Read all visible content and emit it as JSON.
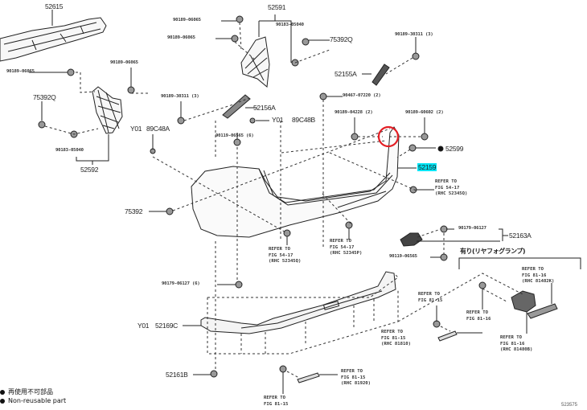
{
  "diagram": {
    "title": "Rear bumper & rear bumper cover parts diagram",
    "highlight_color": "#00e5f5",
    "callout_circle_color": "#e31e24",
    "part_labels": {
      "p52615": "52615",
      "p52591": "52591",
      "p52592": "52592",
      "p75392q_left": "75392Q",
      "p75392q_top": "75392Q",
      "p75392": "75392",
      "p52155a": "52155A",
      "p52156a": "52156A",
      "p52159": "52159",
      "p52599": "52599",
      "p52163a": "52163A",
      "p52169c": "52169C",
      "p52161b": "52161B",
      "y01_a": "Y01",
      "y01_b": "Y01",
      "p89c48a": "89C48A",
      "p89c48b": "89C48B"
    },
    "fastener_labels": {
      "f1": "90189-06065",
      "f2": "90189-06065",
      "f3": "90189-06065",
      "f4": "90189-06065",
      "f5": "90183-05040",
      "f6": "90183-05040",
      "f7": "90189-30311 (3)",
      "f8": "90189-30311 (3)",
      "f9": "90119-06565 (6)",
      "f10": "90467-07220 (2)",
      "f11": "90189-04228 (2)",
      "f12": "90189-60602 (2)",
      "f13": "90179-06127",
      "f14": "90119-06565",
      "f15": "90179-06127 (6)"
    },
    "refer_labels": {
      "r1": "REFER TO\nFIG 54-17\n(RHC 52345Q)",
      "r2": "REFER TO\nFIG 54-17\n(RHC 52345Q)",
      "r3": "REFER TO\nFIG 54-17\n(RHC 52345P)",
      "r4": "REFER TO\nFIG 81-15\n(RHC 81810)",
      "r5": "REFER TO\nFIG 81-15",
      "r6": "REFER TO\nFIG 81-16",
      "r7": "REFER TO\nFIG 81-16\n(RHC 81482K)",
      "r8": "REFER TO\nFIG 81-16\n(RHC 81480B)",
      "r9": "REFER TO\nFIG 81-15\n(RHC 81920)",
      "r10": "REFER TO\nFIG 81-15"
    },
    "group_label_fog": "有り(リヤフォグランプ)",
    "legend": {
      "line1": "再使用不可部品",
      "line2": "Non-reusable part"
    },
    "diagram_code": "523575"
  }
}
